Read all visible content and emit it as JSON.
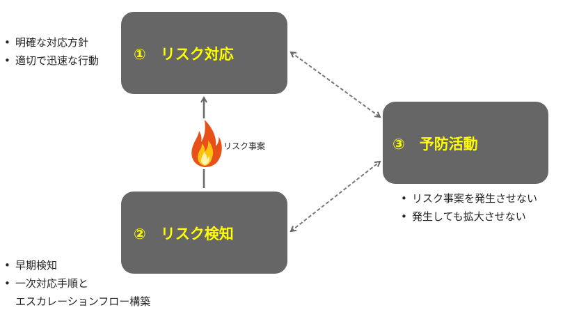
{
  "boxes": {
    "response": "①　リスク対応",
    "detection": "②　リスク検知",
    "prevention": "③　予防活動"
  },
  "event_label": "リスク事案",
  "bullets": {
    "response": [
      "明確な対応方針",
      "適切で迅速な行動"
    ],
    "detection": [
      "早期検知",
      "一次対応手順と"
    ],
    "detection_continuation": "エスカレーションフロー構築",
    "prevention": [
      "リスク事案を発生させない",
      "発生しても拡大させない"
    ]
  },
  "colors": {
    "box_fill": "#666666",
    "box_text": "#ffff00",
    "arrow": "#666666",
    "flame_outer": "#e8501a",
    "flame_inner": "#ffc20e"
  },
  "icons": [
    "fire-icon"
  ]
}
